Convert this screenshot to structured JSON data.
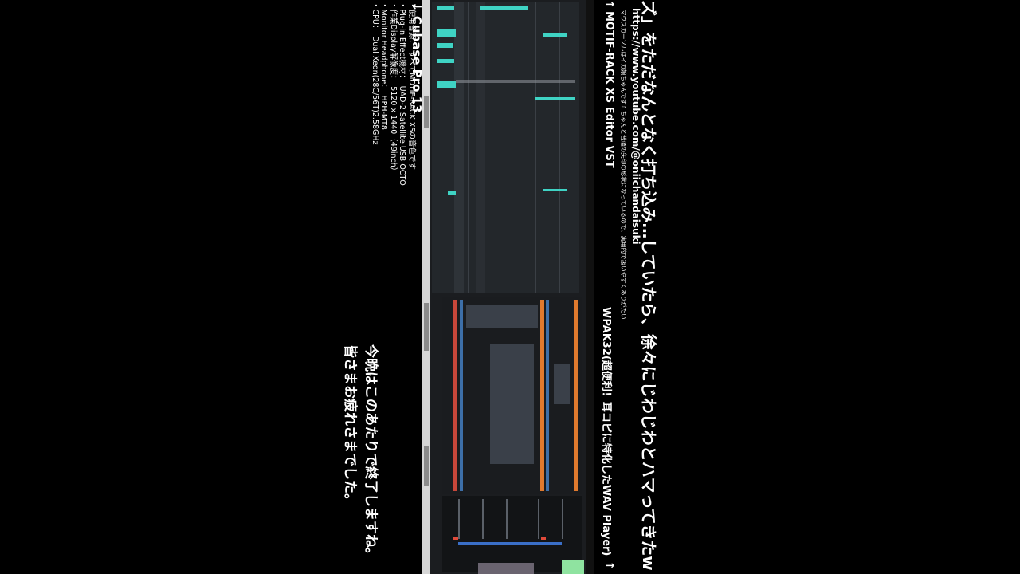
{
  "overlay": {
    "closing_line1": "今晩はこのあたりで終了しますね。",
    "closing_line2": "皆さまお疲れさまでした。",
    "spec_title": "Cubase Pro 13",
    "spec_title_arrow": "↓",
    "specs": [
      "・使用音源：　すべてMOTIF-RACK XSの音色です",
      "・Plug-in Effect機材：　UAD-2 Satellite USB OCTO",
      "・作業Display解像度：　5120 x 1440（49inch）",
      "・Monitor Headphone：　HPH-MT8",
      "・CPU：　Dual Xeon(28C/56T)2.58GHz"
    ],
    "player_label": "WPAK32(超便利！耳コピに特化したWAV Player)",
    "player_arrow": "↑",
    "editor_label": "MOTIF-RACK XS Editor VST",
    "editor_arrow": "↑",
    "mouse_note": "マウスカーソルはイカ娘ちゃんです♪ ちゃんと普通の矢印の形状になっているので、実用的で扱いやすくありがたい",
    "youtube_url": "https://www.youtube.com/@oniichandaisuki",
    "bottom_line": "ズ」をただなんとなく打ち込み…していたら、徐々にじわじわとハマってきたw"
  },
  "colors": {
    "accent_cyan": "#3fd3c4",
    "track_orange": "#e07a2e",
    "track_red": "#c8473a",
    "track_blue": "#3d6fa8"
  }
}
